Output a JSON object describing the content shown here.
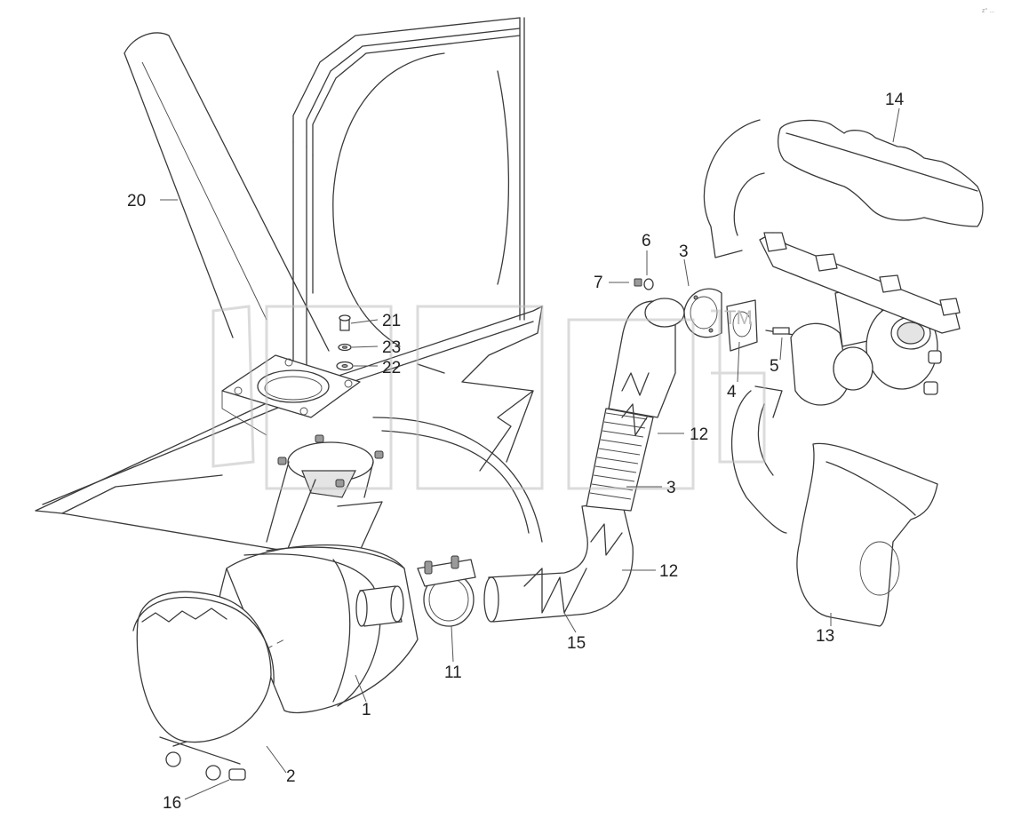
{
  "watermark": {
    "mark": "TM"
  },
  "corner_code": "z° ...",
  "callouts": {
    "c1": "1",
    "c2": "2",
    "c3a": "3",
    "c3b": "3",
    "c4": "4",
    "c5": "5",
    "c6": "6",
    "c7": "7",
    "c11": "11",
    "c12a": "12",
    "c12b": "12",
    "c13": "13",
    "c14": "14",
    "c15": "15",
    "c16": "16",
    "c20": "20",
    "c21": "21",
    "c22": "22",
    "c23": "23"
  }
}
